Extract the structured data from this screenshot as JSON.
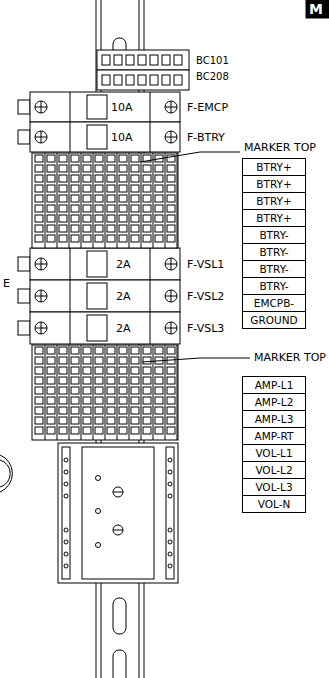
{
  "diagram": {
    "nodes": [
      {
        "text": [
          "10A",
          "F-EMCP"
        ]
      },
      {
        "text": [
          "10A",
          "F-BTRY"
        ]
      },
      {
        "text": [
          "2A",
          "F-VSL1"
        ]
      },
      {
        "text": [
          "2A",
          "F-VSL2"
        ]
      },
      {
        "text": [
          "2A",
          "F-VSL3"
        ]
      }
    ],
    "labels": [
      "M",
      "BC101",
      "BC208",
      "MARKER TOP",
      "BTRY+",
      "BTRY+",
      "BTRY+",
      "BTRY+",
      "BTRY-",
      "BTRY-",
      "BTRY-",
      "BTRY-",
      "EMCPB-",
      "GROUND",
      "E",
      "MARKER TOP",
      "AMP-L1",
      "AMP-L2",
      "AMP-L3",
      "AMP-RT",
      "VOL-L1",
      "VOL-L2",
      "VOL-L3",
      "VOL-N"
    ]
  }
}
